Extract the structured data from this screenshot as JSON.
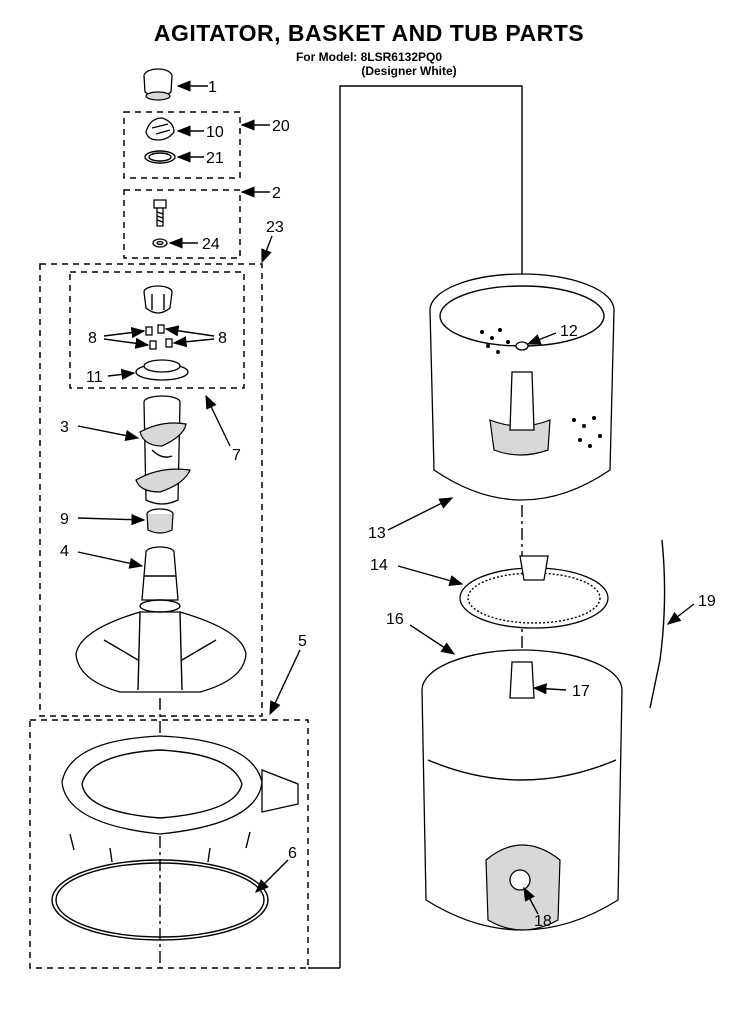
{
  "title": "AGITATOR, BASKET AND TUB PARTS",
  "model_line": "For Model: 8LSR6132PQ0",
  "color_line": "(Designer White)",
  "callouts": [
    "1",
    "10",
    "20",
    "21",
    "2",
    "24",
    "23",
    "8",
    "8",
    "11",
    "7",
    "3",
    "9",
    "4",
    "5",
    "6",
    "12",
    "13",
    "14",
    "16",
    "17",
    "18",
    "19"
  ]
}
